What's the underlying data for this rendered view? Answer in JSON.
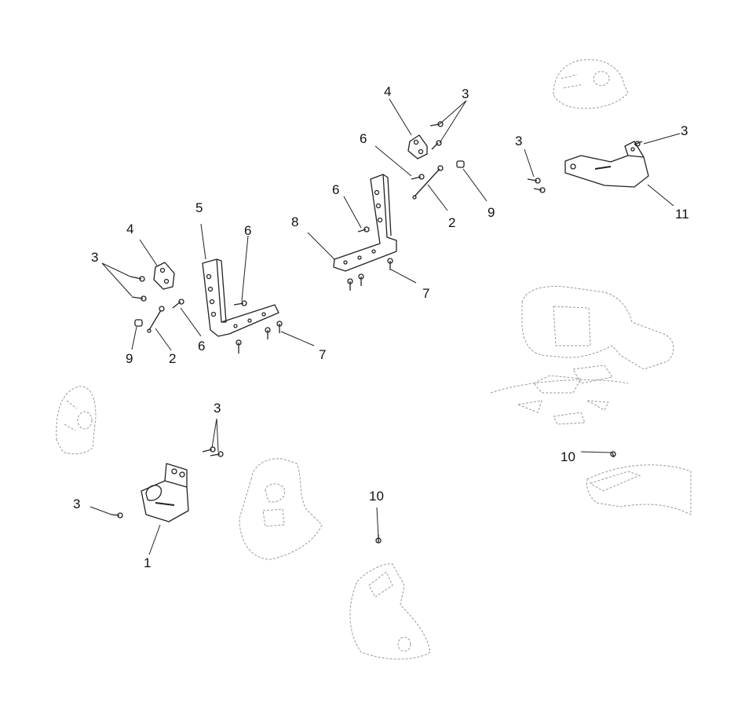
{
  "callouts": [
    {
      "id": "c1",
      "text": "1"
    },
    {
      "id": "c2a",
      "text": "2"
    },
    {
      "id": "c2b",
      "text": "2"
    },
    {
      "id": "c3a",
      "text": "3"
    },
    {
      "id": "c3b",
      "text": "3"
    },
    {
      "id": "c3c",
      "text": "3"
    },
    {
      "id": "c3d",
      "text": "3"
    },
    {
      "id": "c3e",
      "text": "3"
    },
    {
      "id": "c3f",
      "text": "3"
    },
    {
      "id": "c4a",
      "text": "4"
    },
    {
      "id": "c4b",
      "text": "4"
    },
    {
      "id": "c5",
      "text": "5"
    },
    {
      "id": "c6a",
      "text": "6"
    },
    {
      "id": "c6b",
      "text": "6"
    },
    {
      "id": "c6c",
      "text": "6"
    },
    {
      "id": "c6d",
      "text": "6"
    },
    {
      "id": "c7a",
      "text": "7"
    },
    {
      "id": "c7b",
      "text": "7"
    },
    {
      "id": "c8",
      "text": "8"
    },
    {
      "id": "c9a",
      "text": "9"
    },
    {
      "id": "c9b",
      "text": "9"
    },
    {
      "id": "c10a",
      "text": "10"
    },
    {
      "id": "c10b",
      "text": "10"
    },
    {
      "id": "c11",
      "text": "11"
    }
  ]
}
